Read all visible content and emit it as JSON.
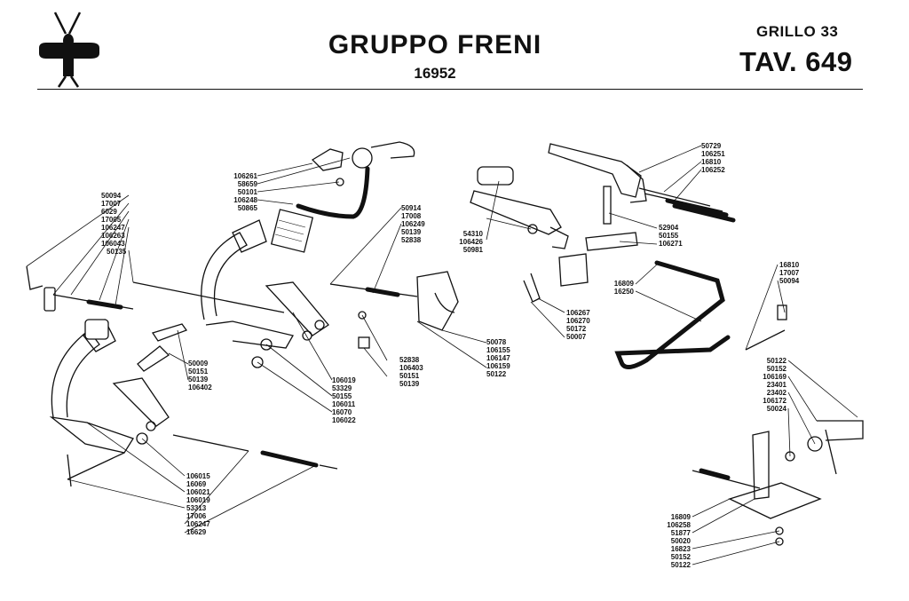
{
  "header": {
    "title": "GRUPPO FRENI",
    "group_code": "16952",
    "model": "GRILLO 33",
    "table": "TAV. 649"
  },
  "part_labels": {
    "g_top_center": [
      "106261",
      "58659",
      "50101",
      "106248",
      "50865"
    ],
    "g_left": [
      "50094",
      "17007",
      "6029",
      "17005",
      "106247",
      "106263",
      "106043",
      "50135"
    ],
    "g_mid_lower_left": [
      "50009",
      "50151",
      "50139",
      "106402"
    ],
    "g_pedal_right": [
      "106019",
      "53329",
      "50155",
      "106011",
      "16070",
      "106022"
    ],
    "g_center_top": [
      "50914",
      "17008",
      "106249",
      "50139",
      "52838"
    ],
    "g_center_bottom_left": [
      "52838",
      "106403",
      "50151",
      "50139"
    ],
    "g_center_bottom_right": [
      "50078",
      "106155",
      "106147",
      "106159",
      "50122"
    ],
    "g_handle": [
      "54310",
      "106426",
      "50981"
    ],
    "g_lever_top": [
      "50729",
      "106251",
      "16810",
      "106252"
    ],
    "g_lever_mid": [
      "52904",
      "50155",
      "106271"
    ],
    "g_cable_mid": [
      "16809",
      "16250"
    ],
    "g_bracket_mid": [
      "106267",
      "106270",
      "50172",
      "50007"
    ],
    "g_right_top": [
      "16810",
      "17007",
      "50094"
    ],
    "g_right_mid": [
      "50122",
      "50152",
      "106169",
      "23401",
      "23402",
      "106172",
      "50024"
    ],
    "g_right_bottom": [
      "16809",
      "106258",
      "51877",
      "50020",
      "16823",
      "50152",
      "50122"
    ],
    "g_bottom_left": [
      "106015",
      "16069",
      "106021",
      "106019",
      "53313",
      "17006",
      "106247",
      "16629"
    ]
  }
}
